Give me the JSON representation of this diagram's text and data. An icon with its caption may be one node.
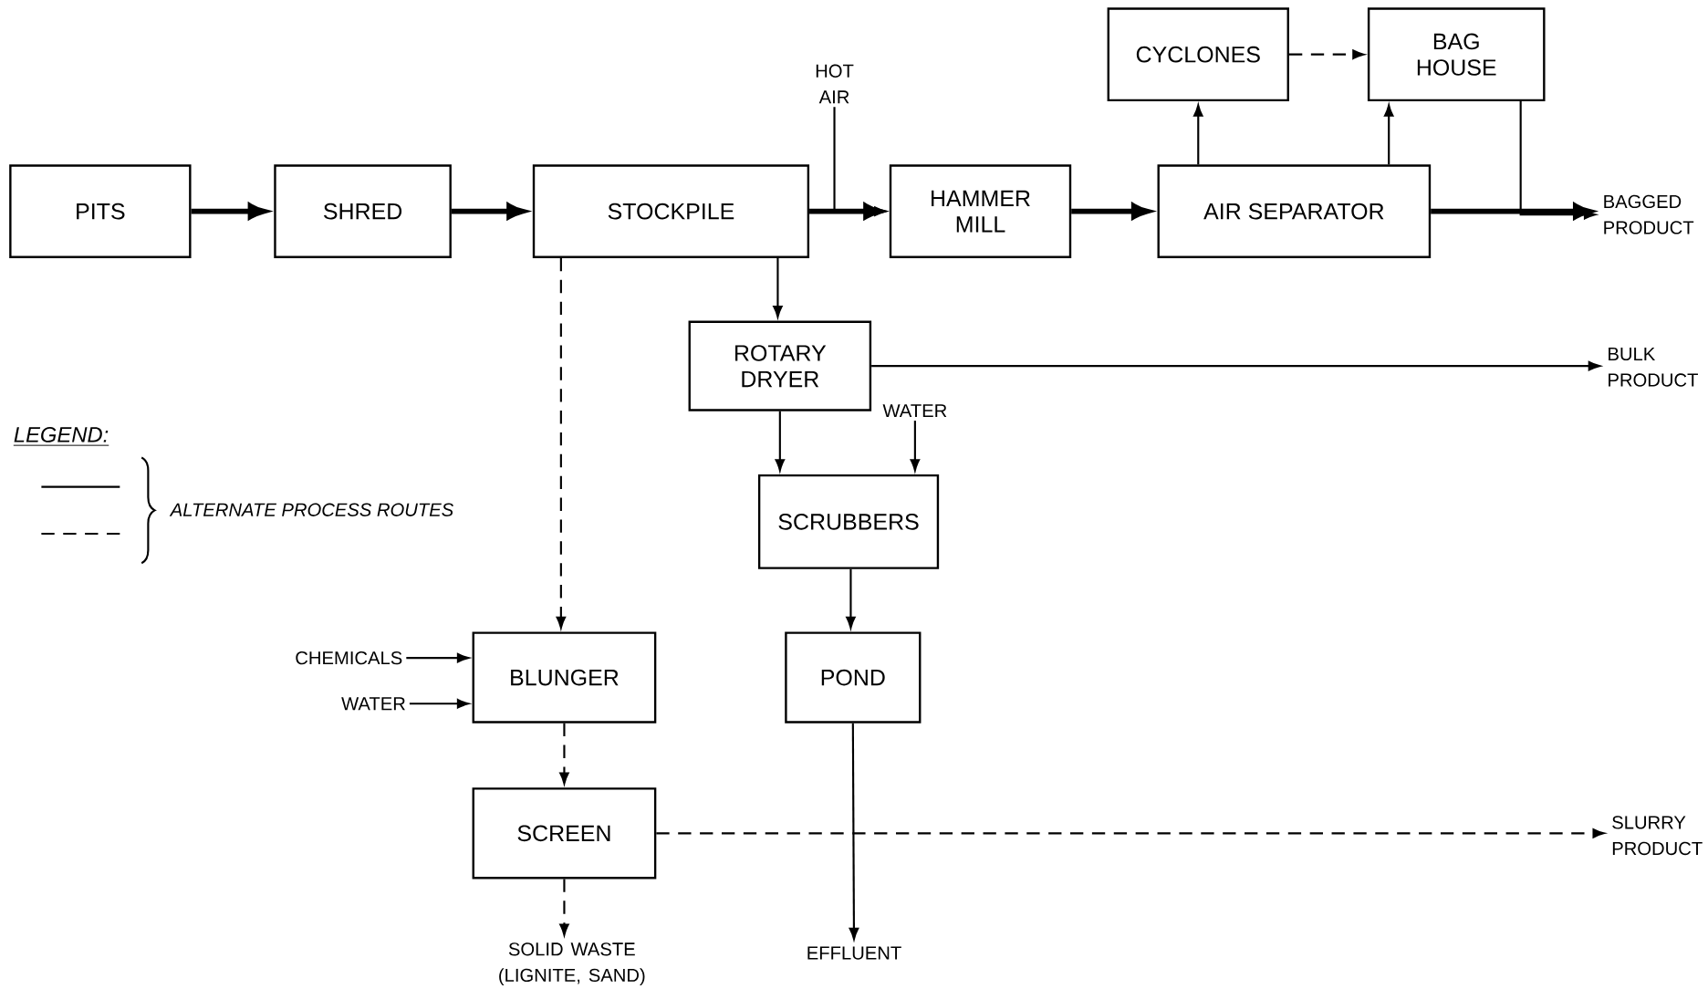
{
  "diagram": {
    "nodes": [
      {
        "text": [
          "PITS"
        ]
      },
      {
        "text": [
          "SHRED"
        ]
      },
      {
        "text": [
          "STOCKPILE"
        ]
      },
      {
        "text": [
          "HOT AIR"
        ]
      },
      {
        "text": [
          "HAMMER MILL"
        ]
      },
      {
        "text": [
          "CYCLONES"
        ]
      },
      {
        "text": [
          "BAG HOUSE"
        ]
      },
      {
        "text": [
          "AIR SEPARATOR"
        ]
      },
      {
        "text": [
          "BAGGED PRODUCT"
        ]
      },
      {
        "text": [
          "ROTARY DRYER"
        ]
      },
      {
        "text": [
          "BULK PRODUCT"
        ]
      },
      {
        "text": [
          "WATER"
        ]
      },
      {
        "text": [
          "SCRUBBERS"
        ]
      },
      {
        "text": [
          "CHEMICALS"
        ]
      },
      {
        "text": [
          "WATER"
        ]
      },
      {
        "text": [
          "BLUNGER"
        ]
      },
      {
        "text": [
          "POND"
        ]
      },
      {
        "text": [
          "SCREEN"
        ]
      },
      {
        "text": [
          "SLURRY PRODUCT"
        ]
      },
      {
        "text": [
          "SOLID WASTE (LIGNITE, SAND)"
        ]
      },
      {
        "text": [
          "EFFLUENT"
        ]
      }
    ],
    "edges": [
      {
        "from": 0,
        "to": 1,
        "arrow": "to",
        "style": "thick"
      },
      {
        "from": 1,
        "to": 2,
        "arrow": "to",
        "style": "thick"
      },
      {
        "from": 2,
        "to": 4,
        "arrow": "to",
        "style": "thick"
      },
      {
        "from": 3,
        "to": 4,
        "arrow": "to"
      },
      {
        "from": 4,
        "to": 7,
        "arrow": "to",
        "style": "thick"
      },
      {
        "from": 7,
        "to": 5,
        "arrow": "to"
      },
      {
        "from": 7,
        "to": 6,
        "arrow": "to"
      },
      {
        "from": 5,
        "to": 6,
        "arrow": "to",
        "style": "dashed"
      },
      {
        "from": 7,
        "to": 8,
        "arrow": "to",
        "style": "thick"
      },
      {
        "from": 6,
        "to": 8,
        "arrow": "to"
      },
      {
        "from": 2,
        "to": 9,
        "arrow": "to"
      },
      {
        "from": 9,
        "to": 10,
        "arrow": "to"
      },
      {
        "from": 9,
        "to": 12,
        "arrow": "to"
      },
      {
        "from": 11,
        "to": 12,
        "arrow": "to"
      },
      {
        "from": 12,
        "to": 16,
        "arrow": "to"
      },
      {
        "from": 16,
        "to": 20,
        "arrow": "to"
      },
      {
        "from": 2,
        "to": 15,
        "arrow": "to",
        "style": "dashed"
      },
      {
        "from": 13,
        "to": 15,
        "arrow": "to"
      },
      {
        "from": 14,
        "to": 15,
        "arrow": "to"
      },
      {
        "from": 15,
        "to": 17,
        "arrow": "to",
        "style": "dashed"
      },
      {
        "from": 17,
        "to": 18,
        "arrow": "to",
        "style": "dashed"
      },
      {
        "from": 17,
        "to": 19,
        "arrow": "to",
        "style": "dashed"
      }
    ],
    "labels": [
      "LEGEND:"
    ],
    "legend": [
      {
        "text": "ALTERNATE PROCESS ROUTES"
      }
    ]
  }
}
